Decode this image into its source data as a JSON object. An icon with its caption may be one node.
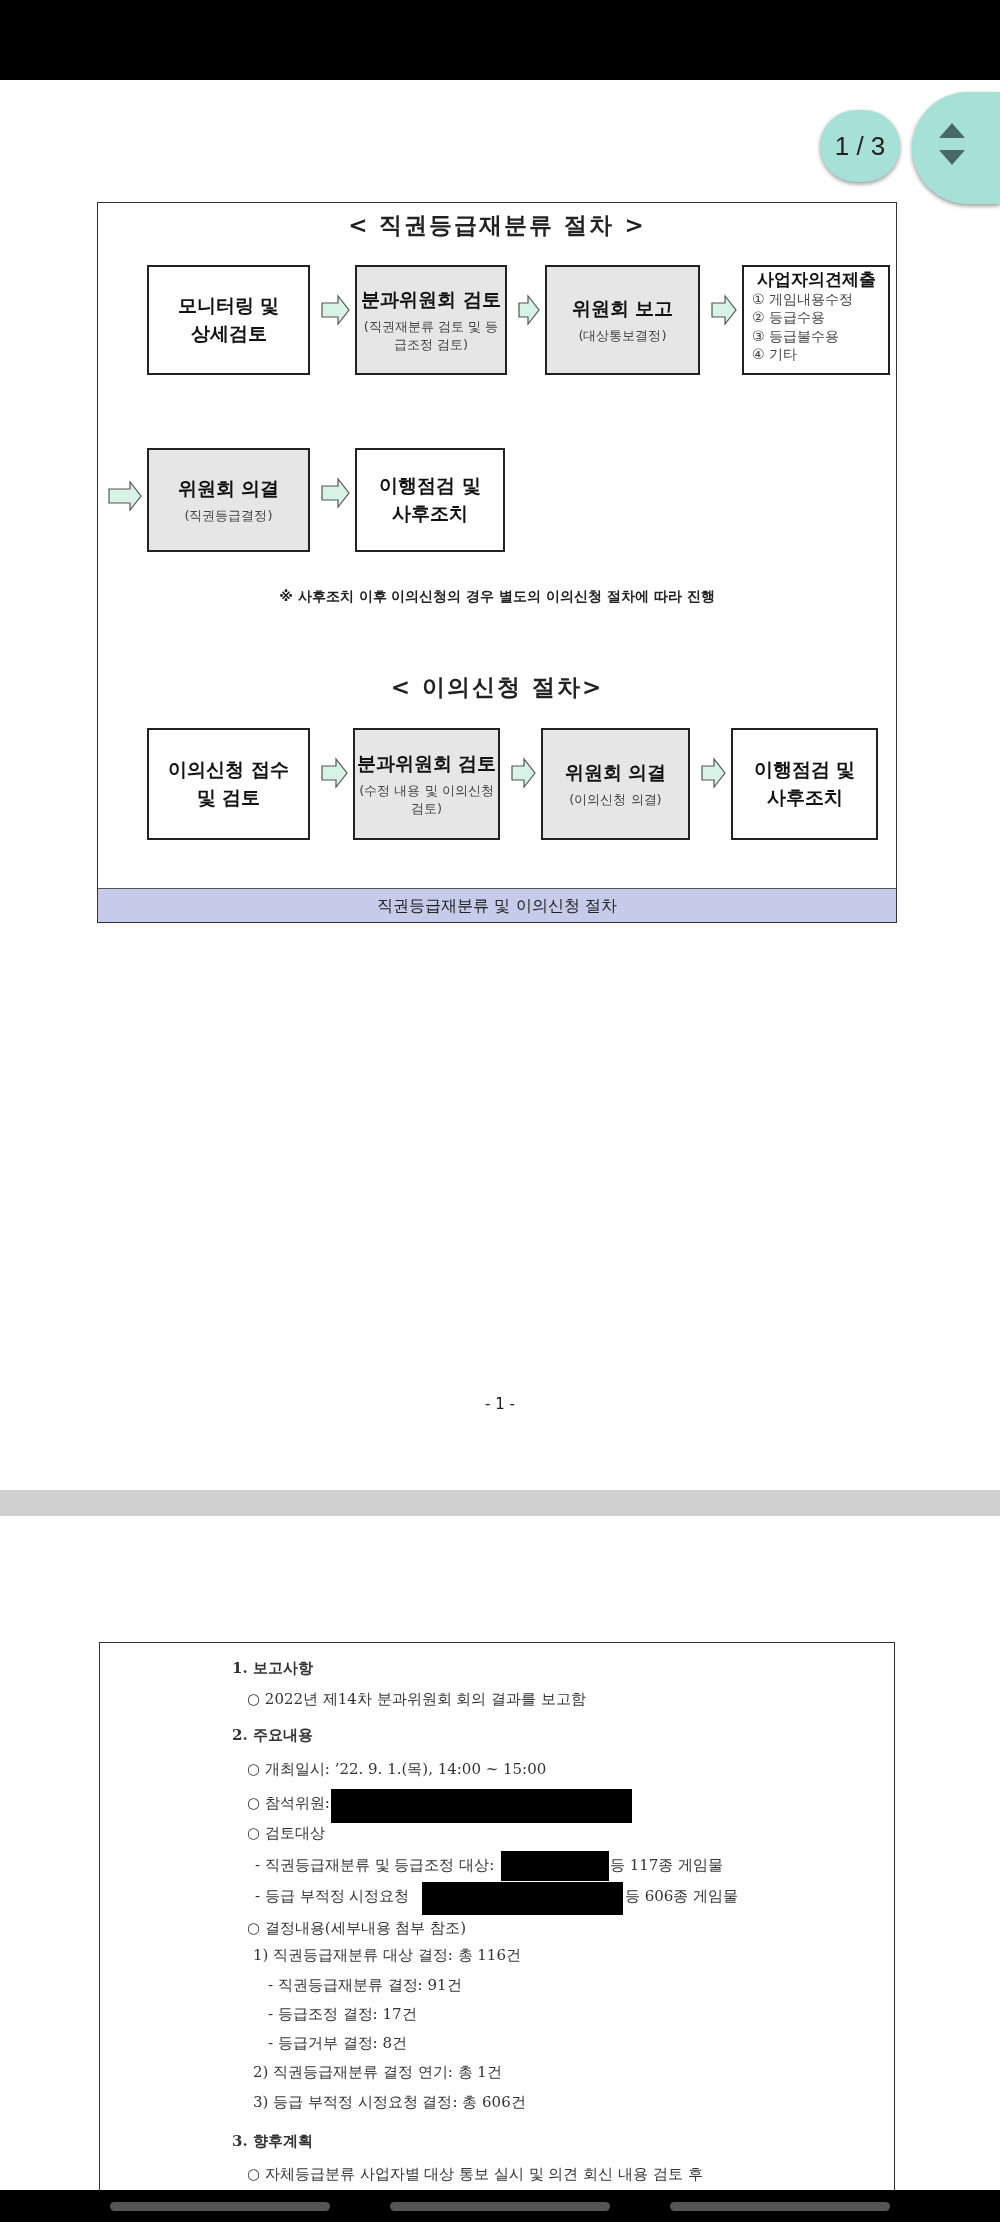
{
  "diagram": {
    "title": "< 직권등급재분류 절차 >",
    "caption": "직권등급재분류 및 이의신청 절차",
    "nodes": [
      {
        "text": [
          "모니터링 및 상세검토"
        ]
      },
      {
        "text": [
          "분과위원회 검토",
          "(직권재분류 검토 및 등급조정 검토)"
        ]
      },
      {
        "text": [
          "위원회 보고",
          "(대상통보결정)"
        ]
      },
      {
        "text": [
          "사업자의견제출",
          "① 게임내용수정",
          "② 등급수용",
          "③ 등급불수용",
          "④ 기타"
        ]
      },
      {
        "text": [
          "위원회 의결",
          "(직권등급결정)"
        ]
      },
      {
        "text": [
          "이행점검 및 사후조치"
        ]
      },
      {
        "text": [
          "이의신청 접수 및 검토"
        ]
      },
      {
        "text": [
          "분과위원회 검토",
          "(수정 내용 및 이의신청 검토)"
        ]
      },
      {
        "text": [
          "위원회 의결",
          "(이의신청 의결)"
        ]
      },
      {
        "text": [
          "이행점검 및 사후조치"
        ]
      }
    ],
    "edges": [
      {
        "from": 0,
        "to": 1,
        "arrow": "to"
      },
      {
        "from": 1,
        "to": 2,
        "arrow": "to"
      },
      {
        "from": 2,
        "to": 3,
        "arrow": "to"
      },
      {
        "from": null,
        "to": 4,
        "arrow": "to"
      },
      {
        "from": 4,
        "to": 5,
        "arrow": "to"
      },
      {
        "from": 6,
        "to": 7,
        "arrow": "to"
      },
      {
        "from": 7,
        "to": 8,
        "arrow": "to"
      },
      {
        "from": 8,
        "to": 9,
        "arrow": "to"
      }
    ],
    "labels": [
      "1 / 3",
      "※ 사후조치 이후 이의신청의 경우 별도의 이의신청 절차에 따라 진행",
      "< 이의신청 절차>",
      "- 1 -",
      "1. 보고사항",
      "○ 2022년 제14차 분과위원회 회의 결과를 보고함",
      "2. 주요내용",
      "○ 개최일시: ’22. 9. 1.(목), 14:00 ~ 15:00",
      "○ 참석위원:",
      "○ 검토대상",
      "- 직권등급재분류 및 등급조정 대상:",
      "등 117종 게임물",
      "- 등급 부적정 시정요청",
      "등 606종 게임물",
      "○ 결정내용(세부내용 첨부 참조)",
      "1) 직권등급재분류 대상 결정: 총 116건",
      "- 직권등급재분류 결정: 91건",
      "- 등급조정 결정: 17건",
      "- 등급거부 결정: 8건",
      "2) 직권등급재분류 결정 연기: 총 1건",
      "3) 등급 부적정 시정요청 결정: 총 606건",
      "3. 향후계획",
      "○ 자체등급분류 사업자별 대상 통보 실시 및 의견 회신 내용 검토 후"
    ]
  }
}
